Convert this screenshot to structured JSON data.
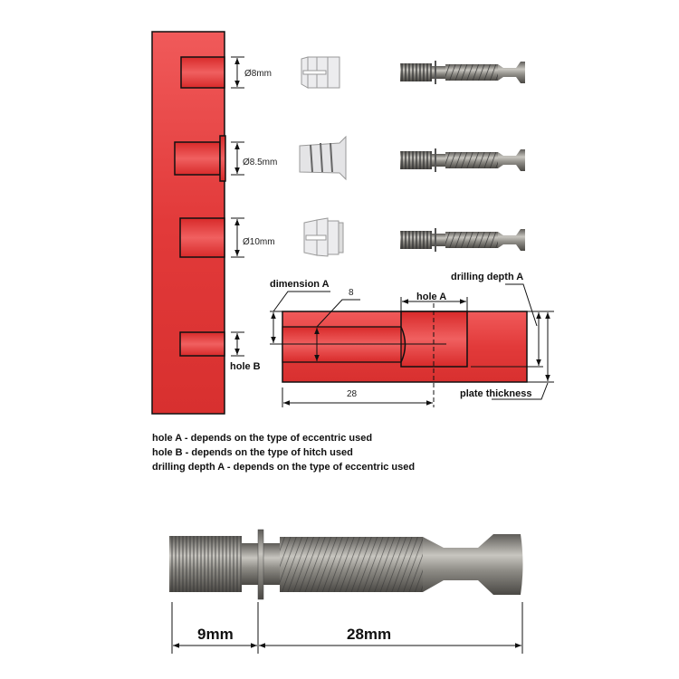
{
  "colors": {
    "board_red": "#e33a3a",
    "outline": "#111111",
    "metal": "#8c8a86",
    "plastic": "#e8e8ea"
  },
  "holes": [
    {
      "label": "Ø8mm"
    },
    {
      "label": "Ø8.5mm"
    },
    {
      "label": "Ø10mm"
    }
  ],
  "hole_b_label": "hole B",
  "section": {
    "dimension_a": "dimension A",
    "eight": "8",
    "hole_a": "hole A",
    "drilling_depth_a": "drilling depth A",
    "twenty_eight": "28",
    "plate_thickness": "plate thickness"
  },
  "notes": [
    "hole A - depends on the type of eccentric used",
    "hole B - depends on the type of hitch used",
    "drilling depth A - depends on the type of eccentric used"
  ],
  "bolt_dims": {
    "thread": "9mm",
    "shaft": "28mm"
  }
}
